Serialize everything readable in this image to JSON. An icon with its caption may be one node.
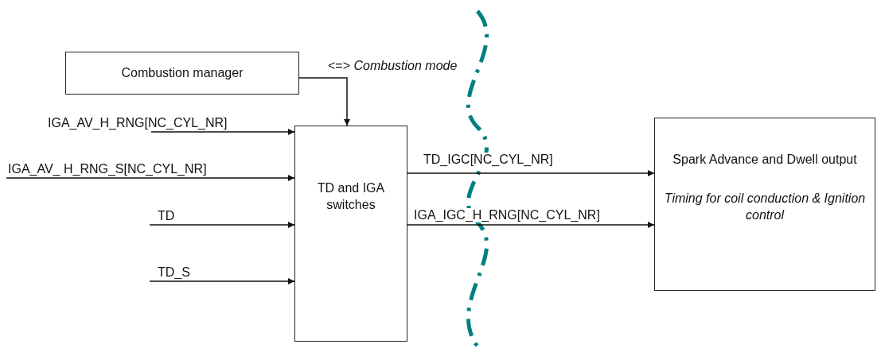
{
  "diagram": {
    "nodes": [
      {
        "text": [
          "Combustion manager"
        ]
      },
      {
        "text": [
          "TD and IGA switches"
        ]
      },
      {
        "text": [
          "Spark Advance and Dwell output",
          "Timing for coil conduction & Ignition control"
        ]
      }
    ],
    "edges": [
      {
        "from": 0,
        "to": 1,
        "arrow": "to",
        "label": "<=> *Combustion mode*"
      },
      {
        "from": null,
        "to": 1,
        "arrow": "to",
        "label": "IGA_AV_H_RNG[NC_CYL_NR]"
      },
      {
        "from": null,
        "to": 1,
        "arrow": "to",
        "label": "IGA_AV_ H_RNG_S[NC_CYL_NR]"
      },
      {
        "from": null,
        "to": 1,
        "arrow": "to",
        "label": "TD"
      },
      {
        "from": null,
        "to": 1,
        "arrow": "to",
        "label": "TD_S"
      },
      {
        "from": 1,
        "to": 2,
        "arrow": "to",
        "label": "TD_IGC[NC_CYL_NR]"
      },
      {
        "from": 1,
        "to": 2,
        "arrow": "to",
        "label": "IGA_IGC_H_RNG[NC_CYL_NR]"
      }
    ]
  }
}
